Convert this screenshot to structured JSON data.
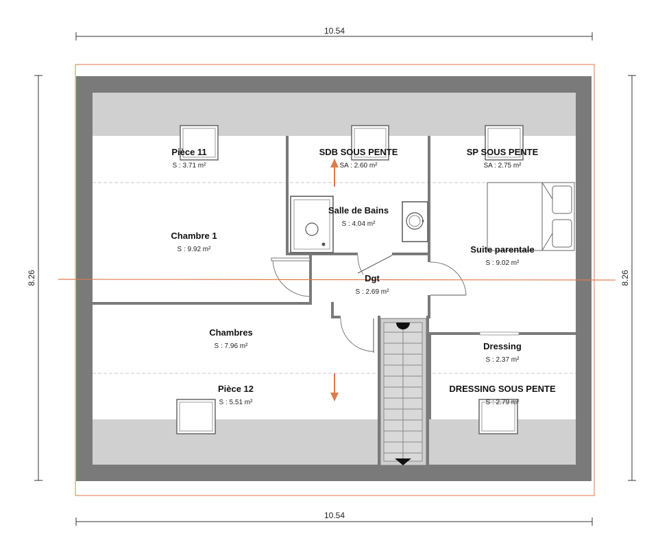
{
  "dimensions": {
    "top": "10.54",
    "bottom": "10.54",
    "left": "8.26",
    "right": "8.26"
  },
  "rooms": [
    {
      "id": "piece-11",
      "name": "Pièce 11",
      "area": "S : 3.71 m²"
    },
    {
      "id": "sdb-sous-pente",
      "name": "SDB SOUS PENTE",
      "area": "SA : 2.60 m²"
    },
    {
      "id": "sp-sous-pente",
      "name": "SP SOUS PENTE",
      "area": "SA : 2.75 m²"
    },
    {
      "id": "salle-de-bains",
      "name": "Salle de Bains",
      "area": "S : 4.04 m²"
    },
    {
      "id": "chambre-1",
      "name": "Chambre 1",
      "area": "S : 9.92 m²"
    },
    {
      "id": "suite-parentale",
      "name": "Suite parentale",
      "area": "S : 9.02 m²"
    },
    {
      "id": "dgt",
      "name": "Dgt",
      "area": "S : 2.69 m²"
    },
    {
      "id": "chambres",
      "name": "Chambres",
      "area": "S : 7.96 m²"
    },
    {
      "id": "dressing",
      "name": "Dressing",
      "area": "S : 2.37 m²"
    },
    {
      "id": "piece-12",
      "name": "Pièce 12",
      "area": "S : 5.51 m²"
    },
    {
      "id": "dressing-sous-pente",
      "name": "DRESSING SOUS PENTE",
      "area": "S : 2.79 m²"
    }
  ],
  "colors": {
    "wall": "#7a7a7a",
    "slope_zone": "#d0d0d0",
    "floor": "#ffffff",
    "accent_line": "#e07a4a",
    "arrow": "#e07a4a"
  }
}
